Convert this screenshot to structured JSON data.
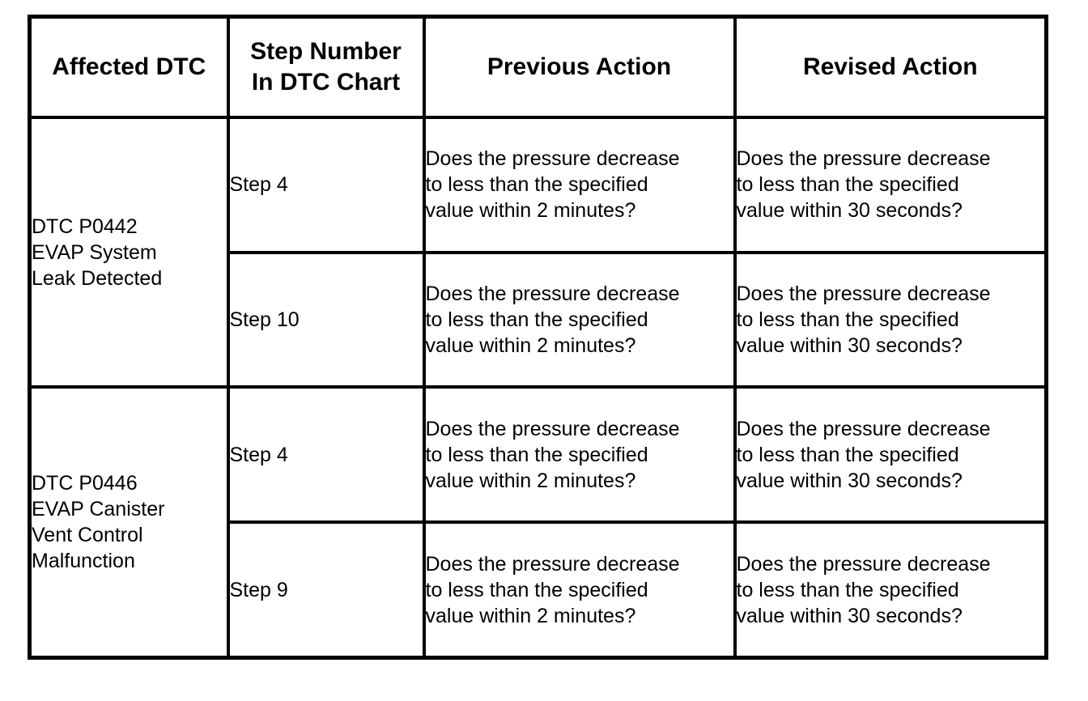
{
  "headers": {
    "affected_dtc": "Affected DTC",
    "step_number_line1": "Step Number",
    "step_number_line2": "In DTC Chart",
    "previous_action": "Previous Action",
    "revised_action": "Revised Action"
  },
  "groups": [
    {
      "dtc_lines": [
        "DTC P0442",
        "EVAP System",
        "Leak Detected"
      ],
      "rows": [
        {
          "step": "Step 4",
          "previous": [
            "Does the pressure decrease",
            "to less than the specified",
            "value within 2 minutes?"
          ],
          "revised": [
            "Does the pressure decrease",
            "to less than the specified",
            "value within 30 seconds?"
          ]
        },
        {
          "step": "Step 10",
          "previous": [
            "Does the pressure decrease",
            "to less than the specified",
            "value within 2 minutes?"
          ],
          "revised": [
            "Does the pressure decrease",
            "to less than the specified",
            "value within 30 seconds?"
          ]
        }
      ]
    },
    {
      "dtc_lines": [
        "DTC P0446",
        "EVAP Canister",
        "Vent Control",
        "Malfunction"
      ],
      "rows": [
        {
          "step": "Step 4",
          "previous": [
            "Does the pressure decrease",
            "to less than the specified",
            "value within 2 minutes?"
          ],
          "revised": [
            "Does the pressure decrease",
            "to less than the specified",
            "value within 30 seconds?"
          ]
        },
        {
          "step": "Step 9",
          "previous": [
            "Does the pressure decrease",
            "to less than the specified",
            "value within 2 minutes?"
          ],
          "revised": [
            "Does the pressure decrease",
            "to less than the specified",
            "value within 30 seconds?"
          ]
        }
      ]
    }
  ]
}
